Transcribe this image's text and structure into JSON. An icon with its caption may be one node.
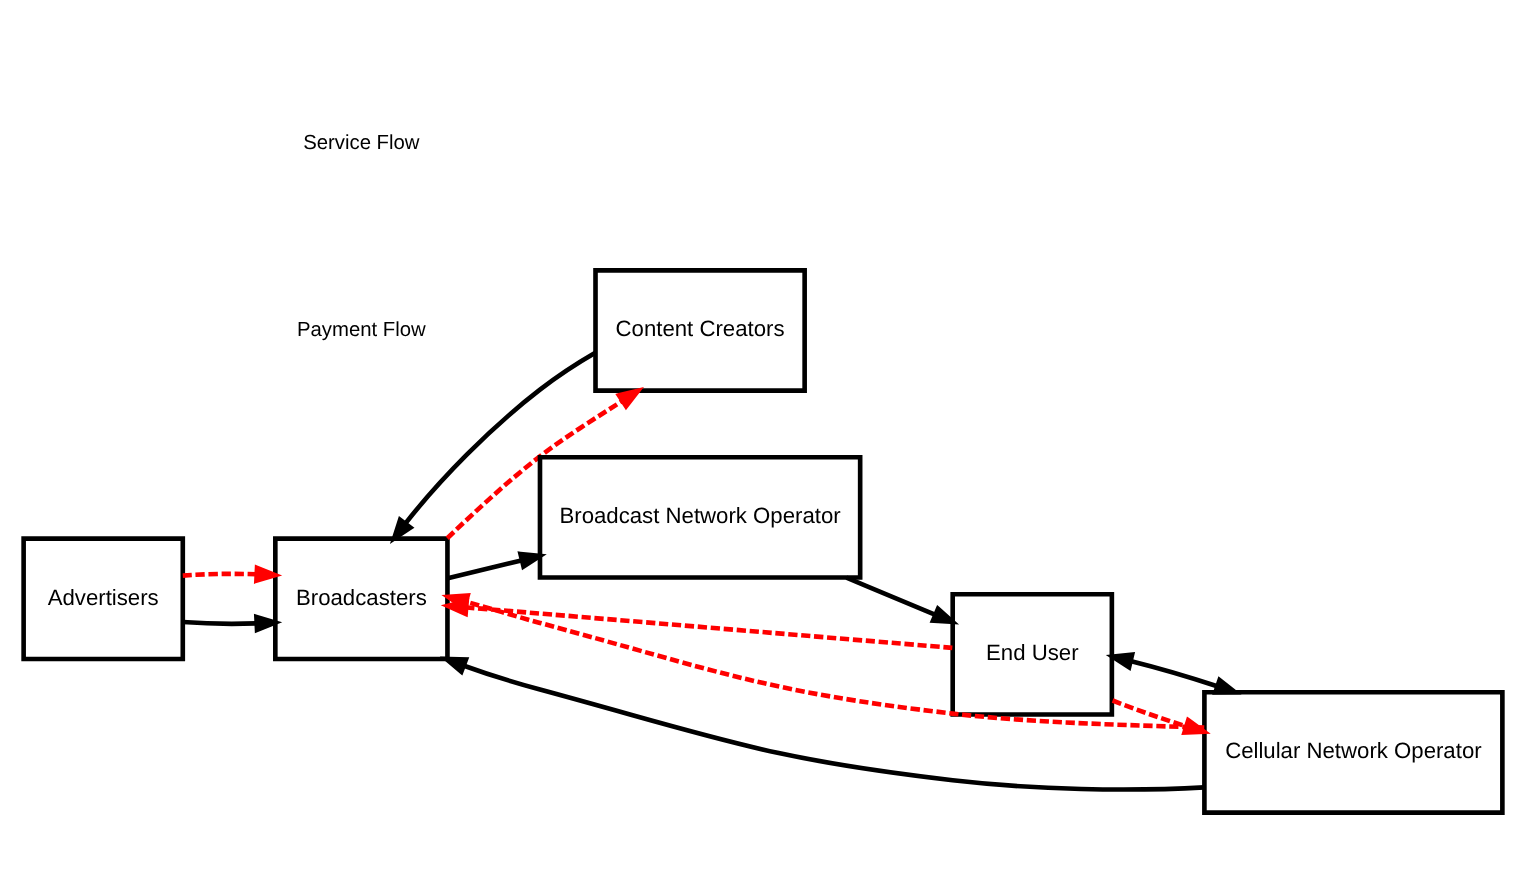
{
  "diagram": {
    "nodes": [
      {
        "text": [
          "Advertisers"
        ]
      },
      {
        "text": [
          "Content Creators"
        ]
      },
      {
        "text": [
          "Broadcasters"
        ]
      },
      {
        "text": [
          "Broadcast Network Operator"
        ]
      },
      {
        "text": [
          "End User"
        ]
      },
      {
        "text": [
          "Cellular Network Operator"
        ]
      }
    ],
    "edges": [
      {
        "from": 0,
        "to": 2,
        "arrow": "to"
      },
      {
        "from": 0,
        "to": 2,
        "arrow": "to",
        "style": "dashed",
        "color": "#ff0000"
      },
      {
        "from": 4,
        "to": 2,
        "arrow": "to",
        "style": "dashed",
        "color": "#ff0000"
      },
      {
        "from": 1,
        "to": 2,
        "arrow": "to"
      },
      {
        "from": 2,
        "to": 3,
        "arrow": "to"
      },
      {
        "from": 3,
        "to": 4,
        "arrow": "to"
      },
      {
        "from": 5,
        "to": 4,
        "arrow": "both"
      },
      {
        "from": 5,
        "to": 2,
        "arrow": "to"
      },
      {
        "from": 2,
        "to": 1,
        "arrow": "to",
        "style": "dashed",
        "color": "#ff0000"
      },
      {
        "from": 5,
        "to": 2,
        "arrow": "to",
        "style": "dashed",
        "color": "#ff0000"
      },
      {
        "from": 4,
        "to": 5,
        "arrow": "to",
        "style": "dashed",
        "color": "#ff0000"
      }
    ],
    "legend": [
      {
        "text": "Service Flow"
      },
      {
        "text": "Payment Flow"
      }
    ]
  }
}
